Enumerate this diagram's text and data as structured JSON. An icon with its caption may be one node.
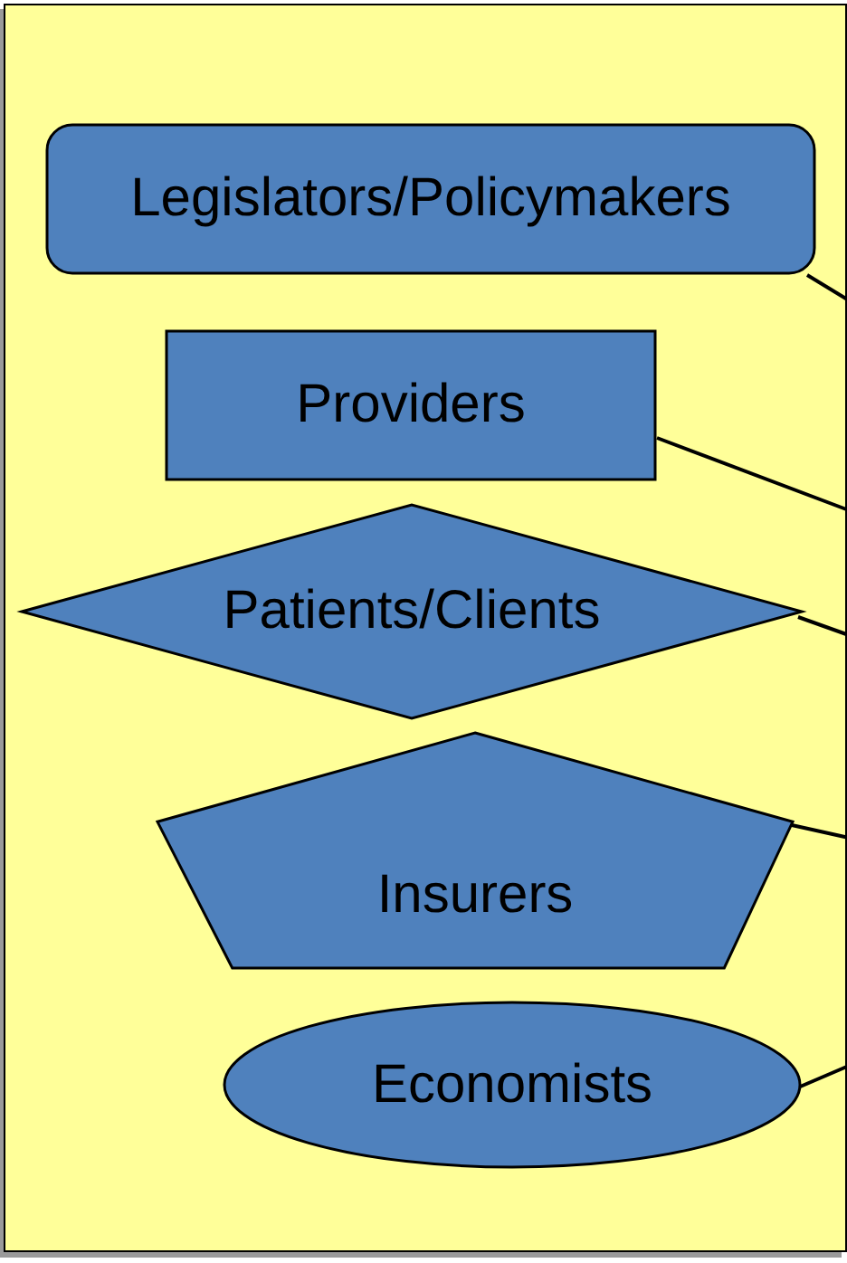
{
  "diagram": {
    "nodes": [
      {
        "text": [],
        "shape": "box"
      },
      {
        "text": [
          "Legislators/Policymakers"
        ],
        "in": 0
      },
      {
        "text": [
          "Providers"
        ],
        "in": 0
      },
      {
        "text": [
          "Patients/Clients"
        ],
        "in": 0
      },
      {
        "text": [
          "Insurers"
        ],
        "in": 0
      },
      {
        "text": [
          "Economists"
        ],
        "in": 0
      }
    ],
    "edges": [
      {
        "from": 1,
        "to": null,
        "arrow": "none"
      },
      {
        "from": 2,
        "to": null,
        "arrow": "none"
      },
      {
        "from": 3,
        "to": null,
        "arrow": "none"
      },
      {
        "from": 4,
        "to": null,
        "arrow": "none"
      },
      {
        "from": 5,
        "to": null,
        "arrow": "none"
      }
    ]
  }
}
